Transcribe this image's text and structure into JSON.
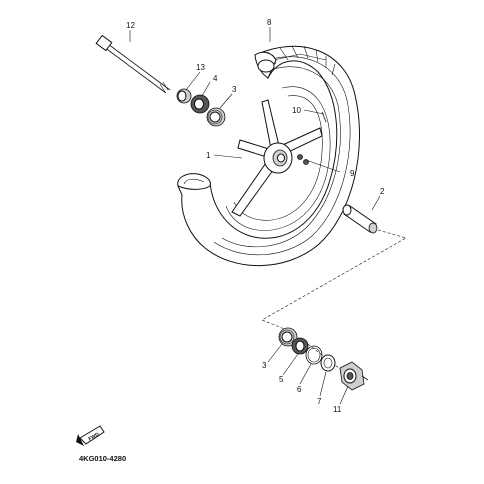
{
  "diagram": {
    "part_code": "4KG010-4280",
    "fwd_label": "FWD",
    "callouts": {
      "c12": "12",
      "c8": "8",
      "c13": "13",
      "c4": "4",
      "c3a": "3",
      "c10": "10",
      "c1": "1",
      "c9": "9",
      "c2": "2",
      "c3b": "3",
      "c5": "5",
      "c6": "6",
      "c7": "7",
      "c11": "11"
    }
  }
}
